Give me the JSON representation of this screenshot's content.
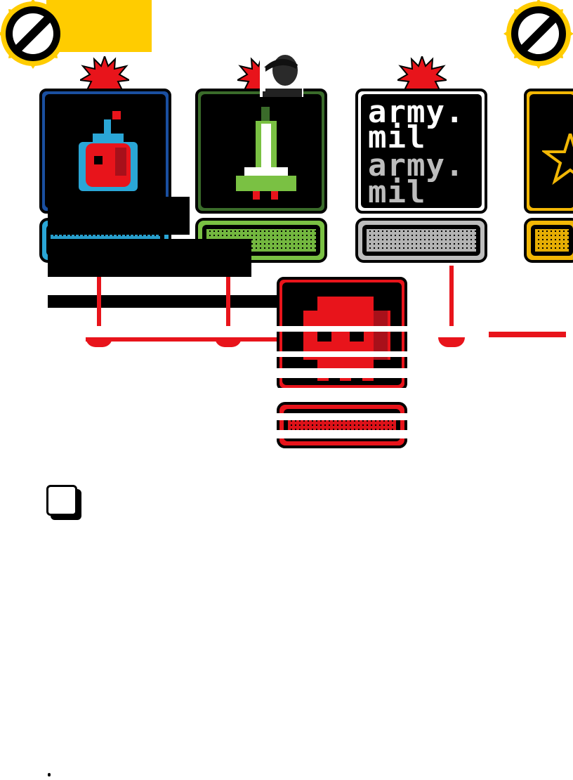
{
  "colors": {
    "accent_red": "#e8141b",
    "warning_yellow": "#ffcc00",
    "blue": "#1a4fa0",
    "cyan": "#2aa6d6",
    "green": "#3a6b2a",
    "lime": "#7ac143",
    "gray": "#bdbdbd",
    "gold": "#f2b705"
  },
  "icons": {
    "left_badge": "no-entry-icon",
    "right_badge": "no-entry-icon",
    "bomb": "bomb-pixel-icon",
    "rocket": "rocket-pixel-icon",
    "skull": "skull-pixel-icon",
    "star": "army-star-icon",
    "person": "person-photo-icon"
  },
  "terminals": [
    {
      "label": "bomb-terminal",
      "frame_color": "#1a4fa0",
      "keyboard_color": "#2aa6d6"
    },
    {
      "label": "rocket-terminal",
      "frame_color": "#3a6b2a",
      "keyboard_color": "#7ac143"
    },
    {
      "label": "army-terminal",
      "frame_color": "#ffffff",
      "keyboard_color": "#bdbdbd"
    },
    {
      "label": "star-terminal",
      "frame_color": "#f2b705",
      "keyboard_color": "#f2b705"
    },
    {
      "label": "skull-terminal",
      "frame_color": "#e8141b",
      "keyboard_color": "#e8141b"
    }
  ],
  "army_screen": {
    "line1": "army.",
    "line2": "mil",
    "line3": "army.",
    "line4": "mil"
  }
}
